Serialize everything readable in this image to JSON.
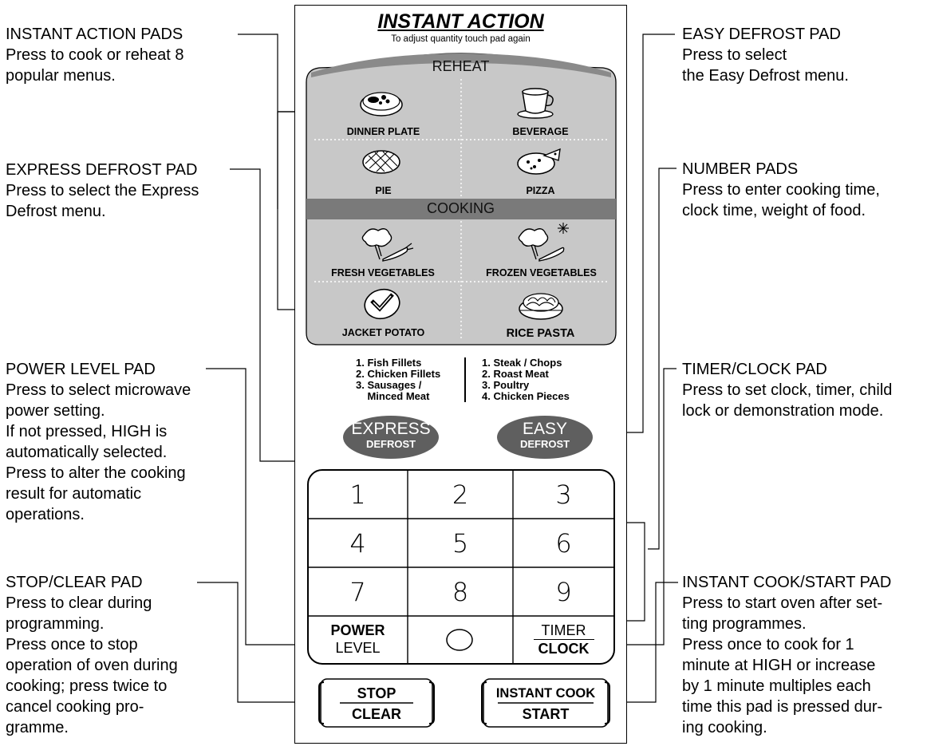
{
  "callouts_left": [
    {
      "title": "INSTANT ACTION PADS",
      "desc": "Press to cook or reheat 8\npopular menus."
    },
    {
      "title": "EXPRESS DEFROST PAD",
      "desc": "Press to select the Express\nDefrost menu."
    },
    {
      "title": "POWER LEVEL PAD",
      "desc": "Press to select microwave\npower setting.\nIf not pressed, HIGH is\nautomatically selected.\nPress to alter the cooking\nresult for automatic\noperations."
    },
    {
      "title": "STOP/CLEAR PAD",
      "desc": "Press to clear during\nprogramming.\nPress once to stop\noperation of oven during\ncooking; press twice to\ncancel cooking pro-\ngramme."
    }
  ],
  "callouts_right": [
    {
      "title": "EASY DEFROST PAD",
      "desc": "Press to select\nthe Easy Defrost menu."
    },
    {
      "title": "NUMBER PADS",
      "desc": "Press to enter cooking time,\nclock time, weight of food."
    },
    {
      "title": "TIMER/CLOCK PAD",
      "desc": "Press to set clock, timer, child\nlock or demonstration mode."
    },
    {
      "title": "INSTANT COOK/START PAD",
      "desc": "Press  to start oven after set-\nting programmes.\nPress once to cook for 1\nminute at HIGH or increase\nby 1 minute multiples each\ntime this pad is pressed dur-\ning cooking."
    }
  ],
  "panel": {
    "title": "INSTANT ACTION",
    "subtitle": "To adjust quantity touch pad again",
    "reheat_label": "REHEAT",
    "cooking_label": "COOKING",
    "reheat_items": [
      "DINNER PLATE",
      "BEVERAGE",
      "PIE",
      "PIZZA"
    ],
    "cooking_items": [
      "FRESH VEGETABLES",
      "FROZEN VEGETABLES",
      "JACKET POTATO",
      "RICE PASTA"
    ],
    "express_menu": "1. Fish Fillets\n2. Chicken Fillets\n3. Sausages /\n    Minced Meat",
    "easy_menu": "1. Steak / Chops\n2. Roast Meat\n3. Poultry\n4. Chicken Pieces",
    "express_button": {
      "line1": "EXPRESS",
      "line2": "DEFROST"
    },
    "easy_button": {
      "line1": "EASY",
      "line2": "DEFROST"
    },
    "number_keys": [
      "1",
      "2",
      "3",
      "4",
      "5",
      "6",
      "7",
      "8",
      "9"
    ],
    "zero_key": "0",
    "power_level": {
      "line1": "POWER",
      "line2": "LEVEL"
    },
    "timer_clock": {
      "line1": "TIMER",
      "line2": "CLOCK"
    },
    "stop_clear": {
      "line1": "STOP",
      "line2": "CLEAR"
    },
    "instant_cook": {
      "line1": "INSTANT COOK",
      "line2": "START"
    }
  },
  "colors": {
    "panel_gray": "#c8c8c8",
    "band_gray": "#7a7a7a",
    "oval_gray": "#5f5f5f"
  }
}
